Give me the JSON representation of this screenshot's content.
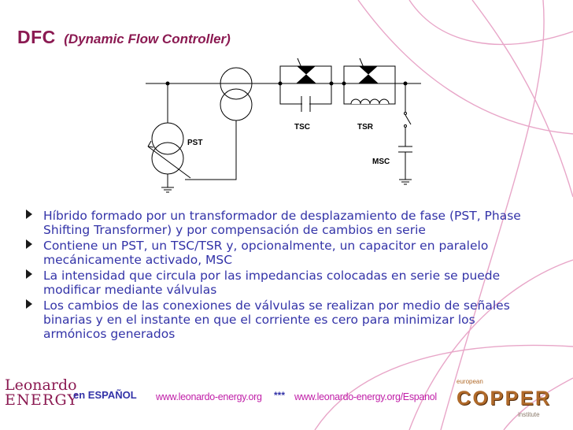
{
  "slide": {
    "title": "DFC",
    "subtitle": "(Dynamic Flow Controller)",
    "accent_color": "#8b1a52",
    "arc_color": "#e8a6c8"
  },
  "diagram": {
    "labels": {
      "pst": "PST",
      "tsc": "TSC",
      "tsr": "TSR",
      "msc": "MSC"
    }
  },
  "bullets": [
    "Híbrido formado por un transformador de desplazamiento de fase (PST, Phase Shifting Transformer) y por compensación de cambios en serie",
    "Contiene un PST, un TSC/TSR y, opcionalmente, un capacitor en paralelo mecánicamente activado, MSC",
    "La intensidad que circula por las impedancias colocadas en serie se puede modificar mediante válvulas",
    "Los cambios de las conexiones de válvulas se realizan por medio de señales binarias y en el instante en que el corriente es cero para minimizar los armónicos generados"
  ],
  "bullet_color": "#3333a8",
  "footer": {
    "logo_line1": "Leonardo",
    "logo_line2": "ENERGY",
    "language_label": "en ESPAÑOL",
    "url_main": "www.leonardo-energy.org",
    "separator": "***",
    "url_spanish": "www.leonardo-energy.org/Espanol",
    "copper_top": "european",
    "copper_word": "COPPER",
    "copper_bottom": "institute",
    "link_color": "#c01fa8"
  }
}
